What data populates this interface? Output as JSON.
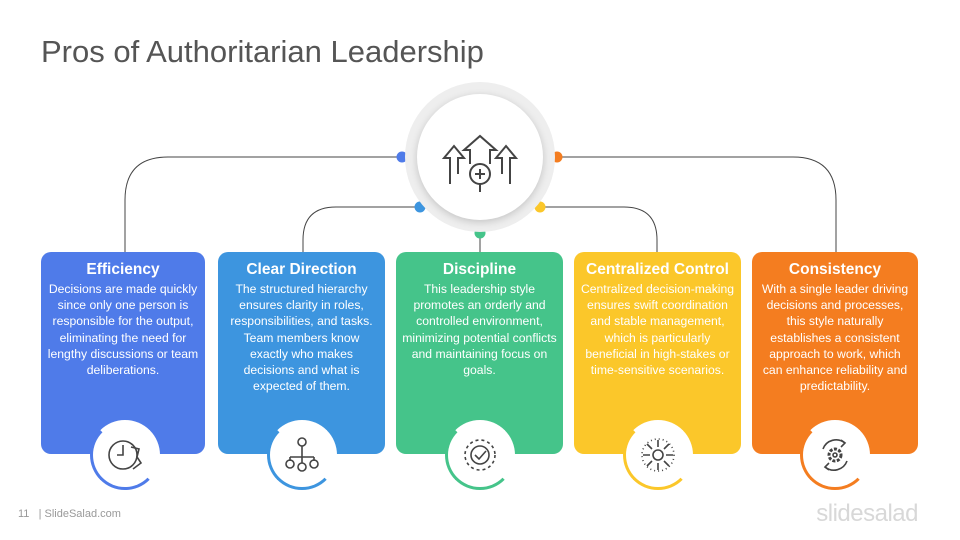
{
  "title": "Pros of Authoritarian Leadership",
  "cards": [
    {
      "title": "Efficiency",
      "text": "Decisions are made quickly since only one person is responsible for the output, eliminating the need for lengthy discussions or team deliberations.",
      "color": "#4f7be9",
      "icon": "stopwatch-gear-icon"
    },
    {
      "title": "Clear Direction",
      "text": "The structured hierarchy ensures clarity in roles, responsibilities, and tasks. Team members know exactly who makes decisions and what is expected of them.",
      "color": "#3d95df",
      "icon": "hierarchy-icon"
    },
    {
      "title": "Discipline",
      "text": "This leadership style promotes an orderly and controlled environment, minimizing potential conflicts and maintaining focus on goals.",
      "color": "#45c48a",
      "icon": "check-cycle-icon"
    },
    {
      "title": "Centralized Control",
      "text": "Centralized decision-making ensures swift coordination and stable management, which is particularly beneficial in high-stakes or time-sensitive scenarios.",
      "color": "#fbc72a",
      "icon": "converging-arrows-icon"
    },
    {
      "title": "Consistency",
      "text": "With a single leader driving decisions and processes, this style naturally establishes a consistent approach to work, which can enhance reliability and predictability.",
      "color": "#f47d20",
      "icon": "gear-cycle-icon"
    }
  ],
  "footer": {
    "page": "11",
    "site": "| SlideSalad.com"
  },
  "logo": "slidesalad"
}
